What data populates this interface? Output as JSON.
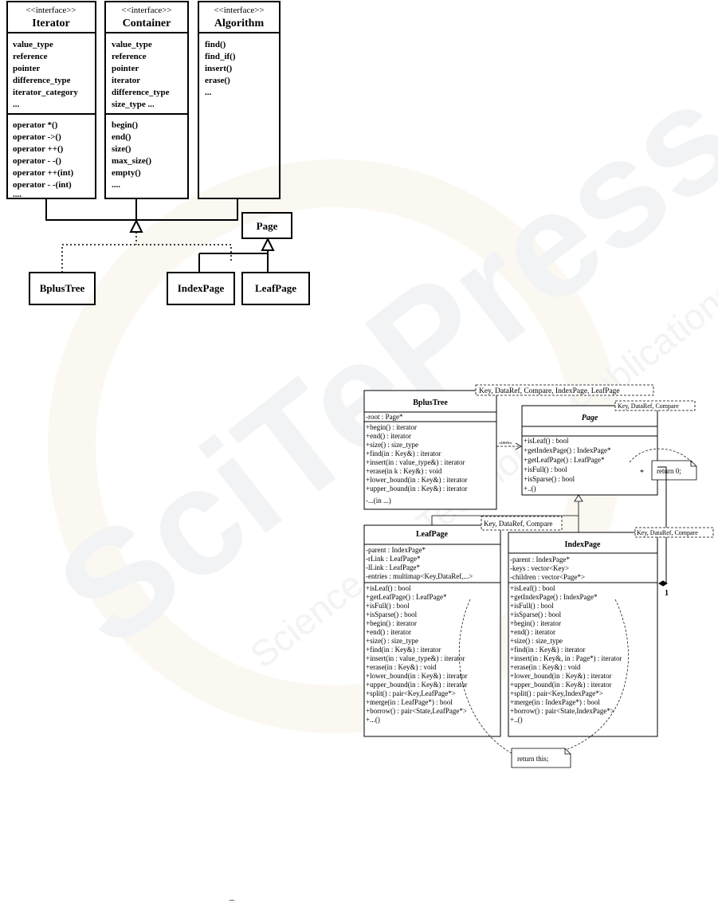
{
  "watermark": {
    "brand": "SciTePress",
    "tagline": "Science and Technology Publications"
  },
  "top_diagram": {
    "interfaces": [
      {
        "stereotype": "<<interface>>",
        "name": "Iterator",
        "attributes": [
          "value_type",
          "reference",
          "pointer",
          "difference_type",
          "iterator_category",
          "..."
        ],
        "operations": [
          "operator *()",
          "operator ->()",
          "operator ++()",
          "operator - -()",
          "operator ++(int)",
          "operator - -(int)",
          "...."
        ]
      },
      {
        "stereotype": "<<interface>>",
        "name": "Container",
        "attributes": [
          "value_type",
          "reference",
          "pointer",
          "iterator",
          "difference_type",
          "size_type ..."
        ],
        "operations": [
          "begin()",
          "end()",
          "size()",
          "max_size()",
          "empty()",
          "...."
        ]
      },
      {
        "stereotype": "<<interface>>",
        "name": "Algorithm",
        "attributes": [
          "find()",
          "find_if()",
          "insert()",
          "erase()",
          "..."
        ],
        "operations": []
      }
    ],
    "classes": {
      "bplustree": "BplusTree",
      "page": "Page",
      "indexpage": "IndexPage",
      "leafpage": "LeafPage"
    }
  },
  "bottom_diagram": {
    "bplustree": {
      "name": "BplusTree",
      "template": "Key, DataRef, Compare, IndexPage, LeafPage",
      "attributes": [
        "-root : Page*"
      ],
      "operations": [
        "+begin() : iterator",
        "+end() : iterator",
        "+size() : size_type",
        "+find(in   : Key&) : iterator",
        "+insert(in   : value_type&) : iterator",
        "+erase(in k : Key&) : void",
        "+lower_bound(in   : Key&) : iterator",
        "+upper_bound(in   : Key&) : iterator",
        "-...(in ...)"
      ]
    },
    "page": {
      "name": "Page",
      "template": "Key, DataRef, Compare",
      "operations": [
        "+isLeaf() : bool",
        "+getIndexPage() : IndexPage*",
        "+getLeafPage() : LeafPage*",
        "+isFull() : bool",
        "+isSparse() : bool",
        "+..()"
      ]
    },
    "leafpage": {
      "name": "LeafPage",
      "template": "Key, DataRef, Compare",
      "attributes": [
        "-parent : IndexPage*",
        "-rLink : LeafPage*",
        "-lLink : LeafPage*",
        "-entries : multimap<Key,DataRef,...>"
      ],
      "operations": [
        "+isLeaf() : bool",
        "+getLeafPage() : LeafPage*",
        "+isFull() : bool",
        "+isSparse() : bool",
        "+begin() : iterator",
        "+end() : iterator",
        "+size() : size_type",
        "+find(in   : Key&) : iterator",
        "+insert(in   : value_type&) : iterator",
        "+erase(in   : Key&) : void",
        "+lower_bound(in   : Key&) : iterator",
        "+upper_bound(in   : Key&) : iterator",
        "+split() : pair<Key,LeafPage*>",
        "+merge(in   : LeafPage*) : bool",
        "+borrow() : pair<State,LeafPage*>",
        "+...()"
      ]
    },
    "indexpage": {
      "name": "IndexPage",
      "template": "Key, DataRef, Compare",
      "attributes": [
        "-parent : IndexPage*",
        "-keys : vector<Key>",
        "-children : vector<Page*>"
      ],
      "operations": [
        "+isLeaf() : bool",
        "+getIndexPage() : IndexPage*",
        "+isFull() : bool",
        "+isSparse() : bool",
        "+begin() : iterator",
        "+end() : iterator",
        "+size() : size_type",
        "+find(in   : Key&) : iterator",
        "+insert(in   : Key&, in   : Page*) : iterator",
        "+erase(in   : Key&) : void",
        "+lower_bound(in   : Key&) : iterator",
        "+upper_bound(in   : Key&) : iterator",
        "+split() : pair<Key,IndexPage*>",
        "+merge(in   : IndexPage*) : bool",
        "+borrow() : pair<State,IndexPage*>",
        "+..()"
      ]
    },
    "uses_label": "«uses»",
    "note_return_zero": "return 0;",
    "note_return_this": "return  this;",
    "multiplicity_many": "*",
    "multiplicity_one": "1"
  },
  "footer_mark": "–"
}
